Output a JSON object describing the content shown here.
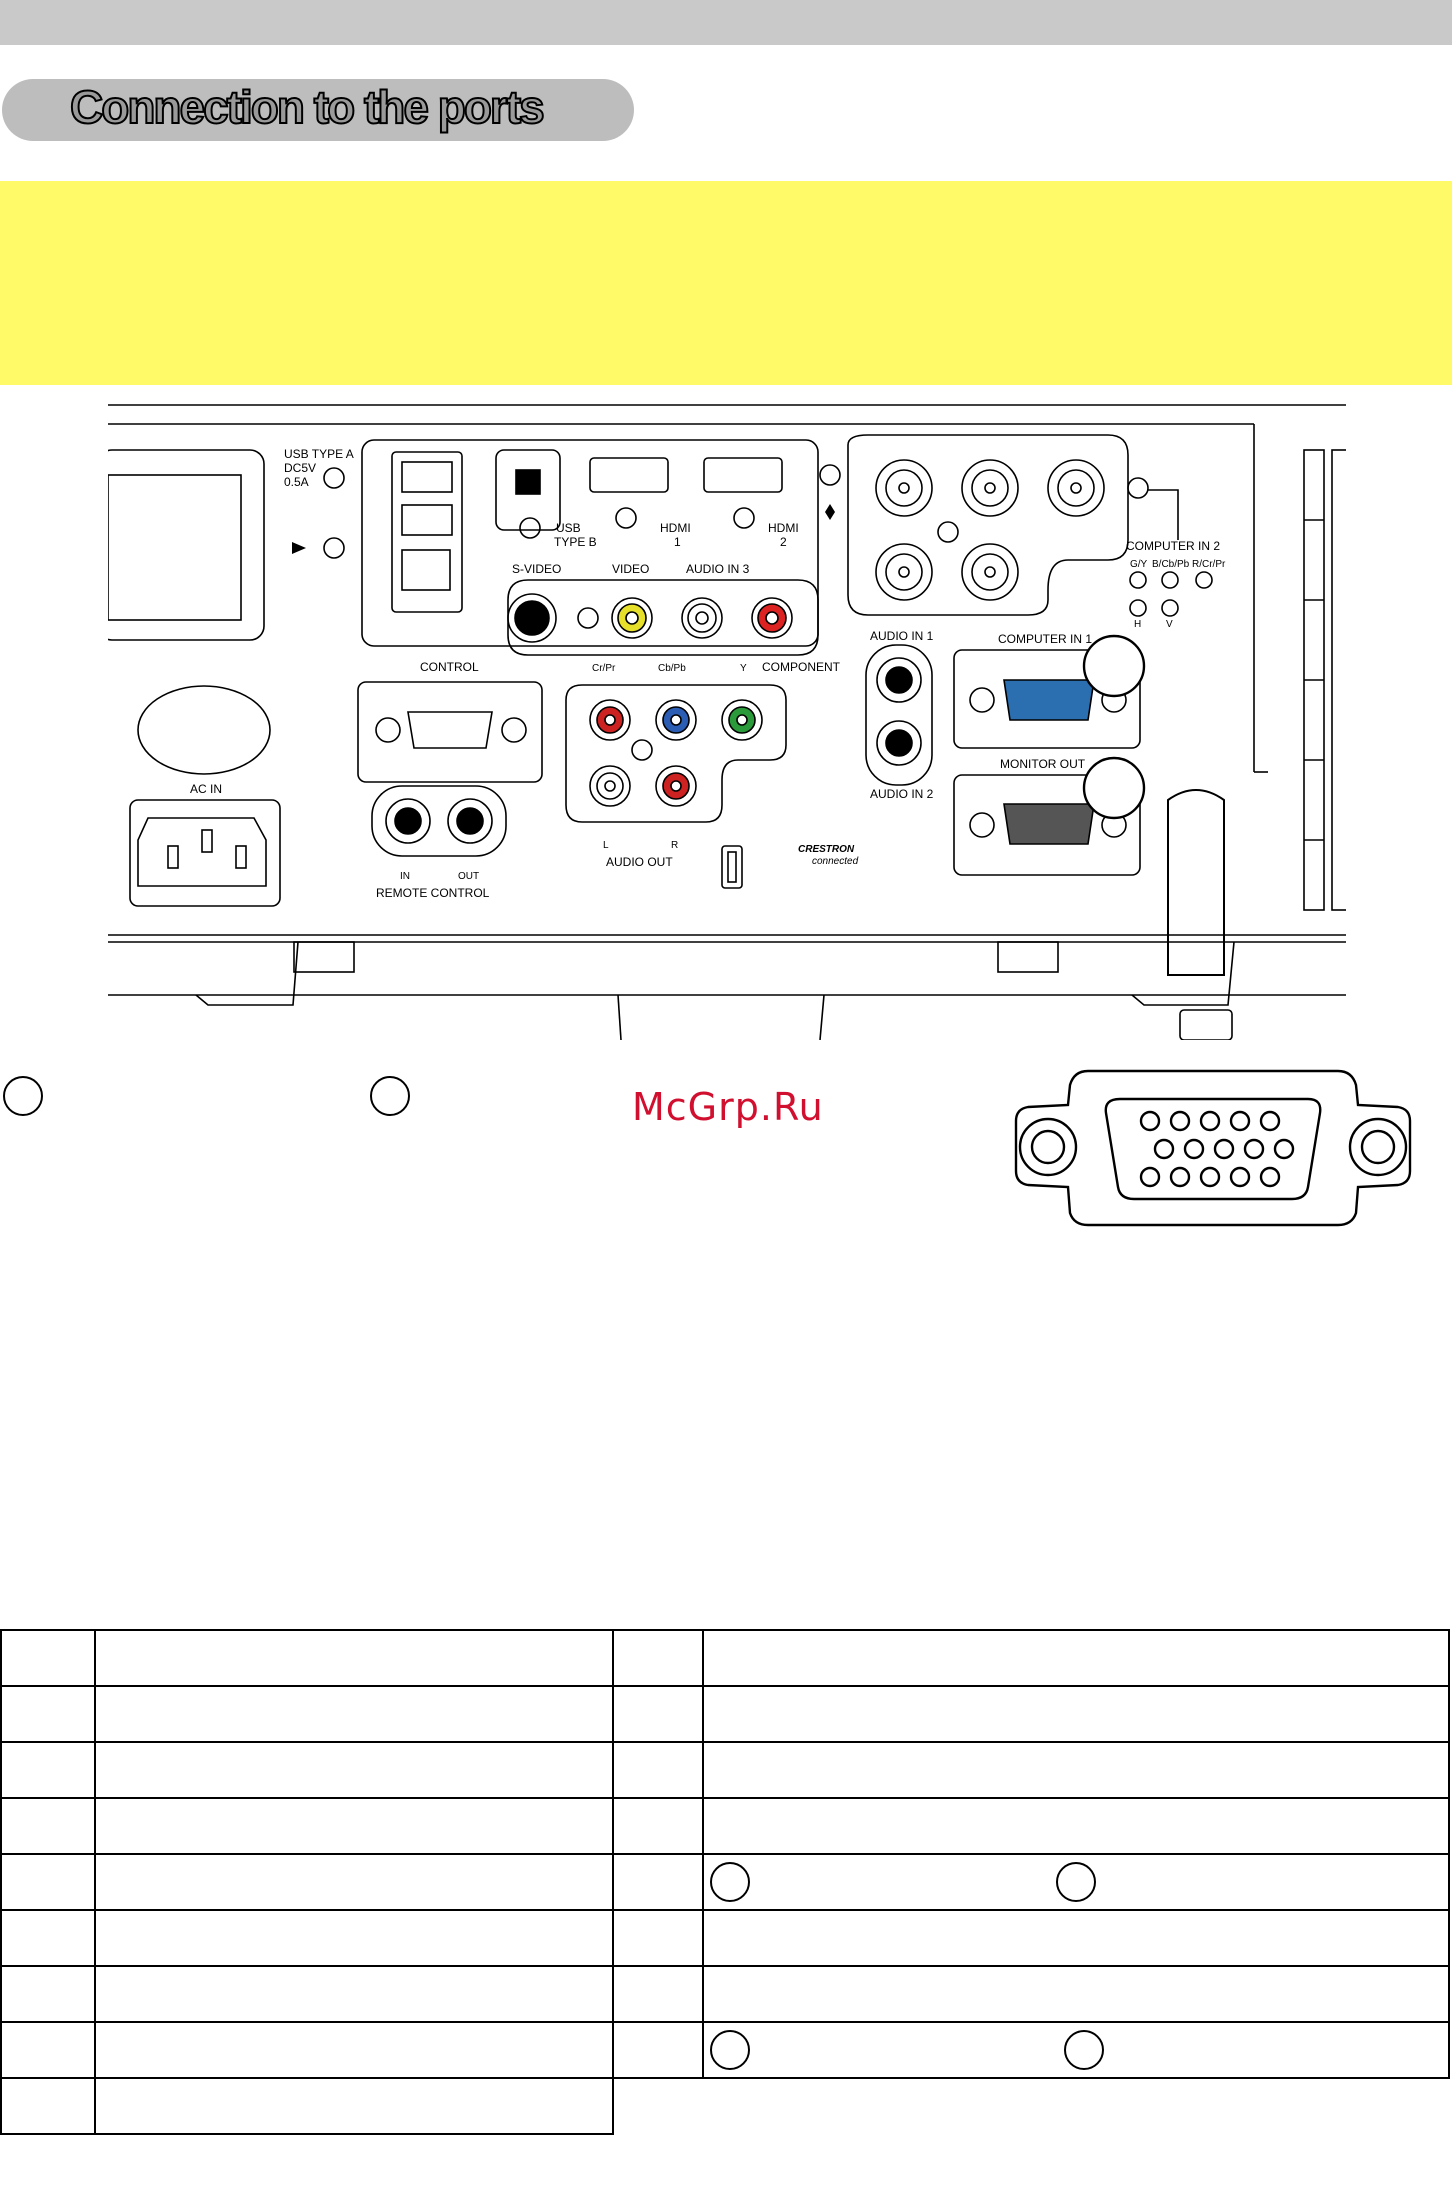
{
  "header": {
    "title": "Connection to the ports"
  },
  "panel_labels": {
    "usb_type_a": "USB TYPE A",
    "dc5v": "DC5V",
    "amp": "0.5A",
    "usb_type_b_1": "USB",
    "usb_type_b_2": "TYPE B",
    "hdmi1_1": "HDMI",
    "hdmi1_2": "1",
    "hdmi2_1": "HDMI",
    "hdmi2_2": "2",
    "s_video": "S-VIDEO",
    "video": "VIDEO",
    "audio_in3": "AUDIO IN 3",
    "l": "L",
    "r": "R",
    "control": "CONTROL",
    "cr_pr": "Cr/Pr",
    "cb_pb": "Cb/Pb",
    "y": "Y",
    "component": "COMPONENT",
    "audio_in1": "AUDIO IN 1",
    "audio_in2": "AUDIO IN 2",
    "computer_in1": "COMPUTER IN 1",
    "monitor_out": "MONITOR OUT",
    "computer_in2": "COMPUTER IN 2",
    "gy": "G/Y",
    "bcb": "B/Cb/Pb",
    "rcr": "R/Cr/Pr",
    "h": "H",
    "v": "V",
    "ac_in": "AC IN",
    "in": "IN",
    "out": "OUT",
    "remote_control": "REMOTE CONTROL",
    "audio_out": "AUDIO OUT",
    "crestron_1": "CRESTRON",
    "crestron_2": "connected"
  },
  "watermark": "McGrp.Ru",
  "colors": {
    "yellow_band": "#fffb68",
    "watermark": "#d10f2f",
    "blue_port": "#2b6fb0"
  }
}
